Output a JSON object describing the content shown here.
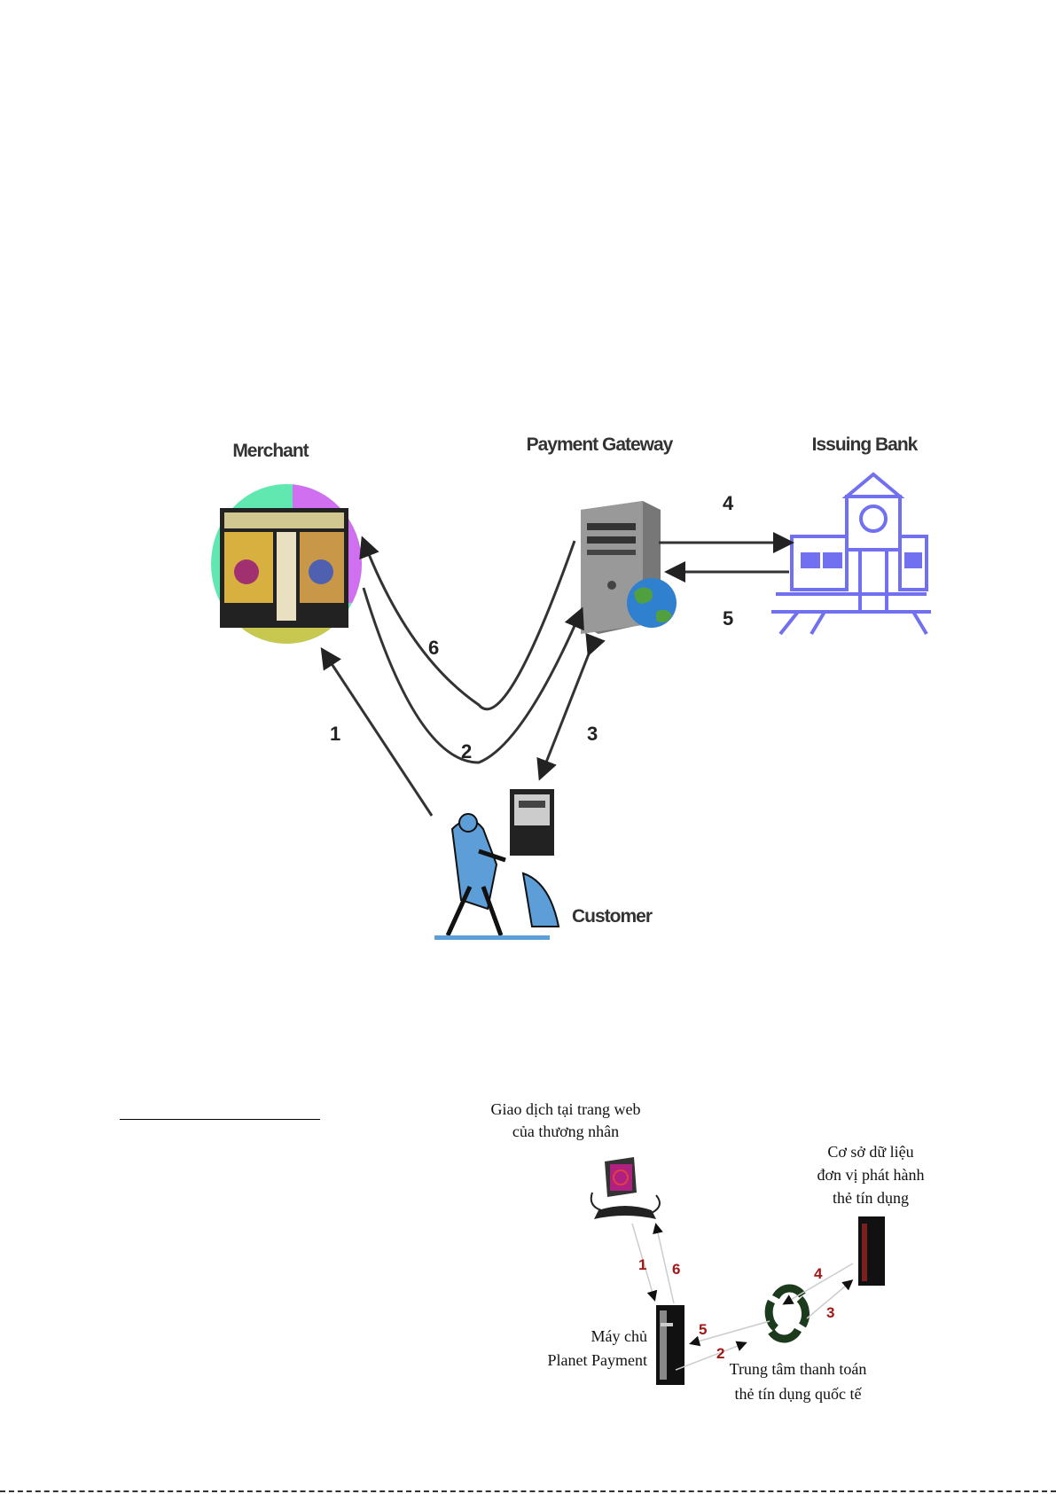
{
  "diagram1": {
    "nodes": {
      "merchant": "Merchant",
      "gateway": "Payment Gateway",
      "bank": "Issuing Bank",
      "customer": "Customer"
    },
    "steps": [
      "1",
      "2",
      "3",
      "4",
      "5",
      "6"
    ],
    "icons": [
      "storefront-icon",
      "server-icon",
      "globe-icon",
      "bank-building-icon",
      "customer-at-computer-icon"
    ]
  },
  "diagram2": {
    "nodes": {
      "merchant_site_line1": "Giao dịch tại trang web",
      "merchant_site_line2": "của thương nhân",
      "server_line1": "Máy chủ",
      "server_line2": "Planet Payment",
      "database_line1": "Cơ sở dữ liệu",
      "database_line2": "đơn vị phát hành",
      "database_line3": "thẻ tín dụng",
      "center_line1": "Trung tâm thanh toán",
      "center_line2": "thẻ tín dụng quốc tế"
    },
    "steps": [
      "1",
      "2",
      "3",
      "4",
      "5",
      "6"
    ],
    "step_color": "#a01818",
    "icons": [
      "computer-icon",
      "server-icon",
      "refresh-cycle-icon",
      "database-server-icon"
    ]
  }
}
